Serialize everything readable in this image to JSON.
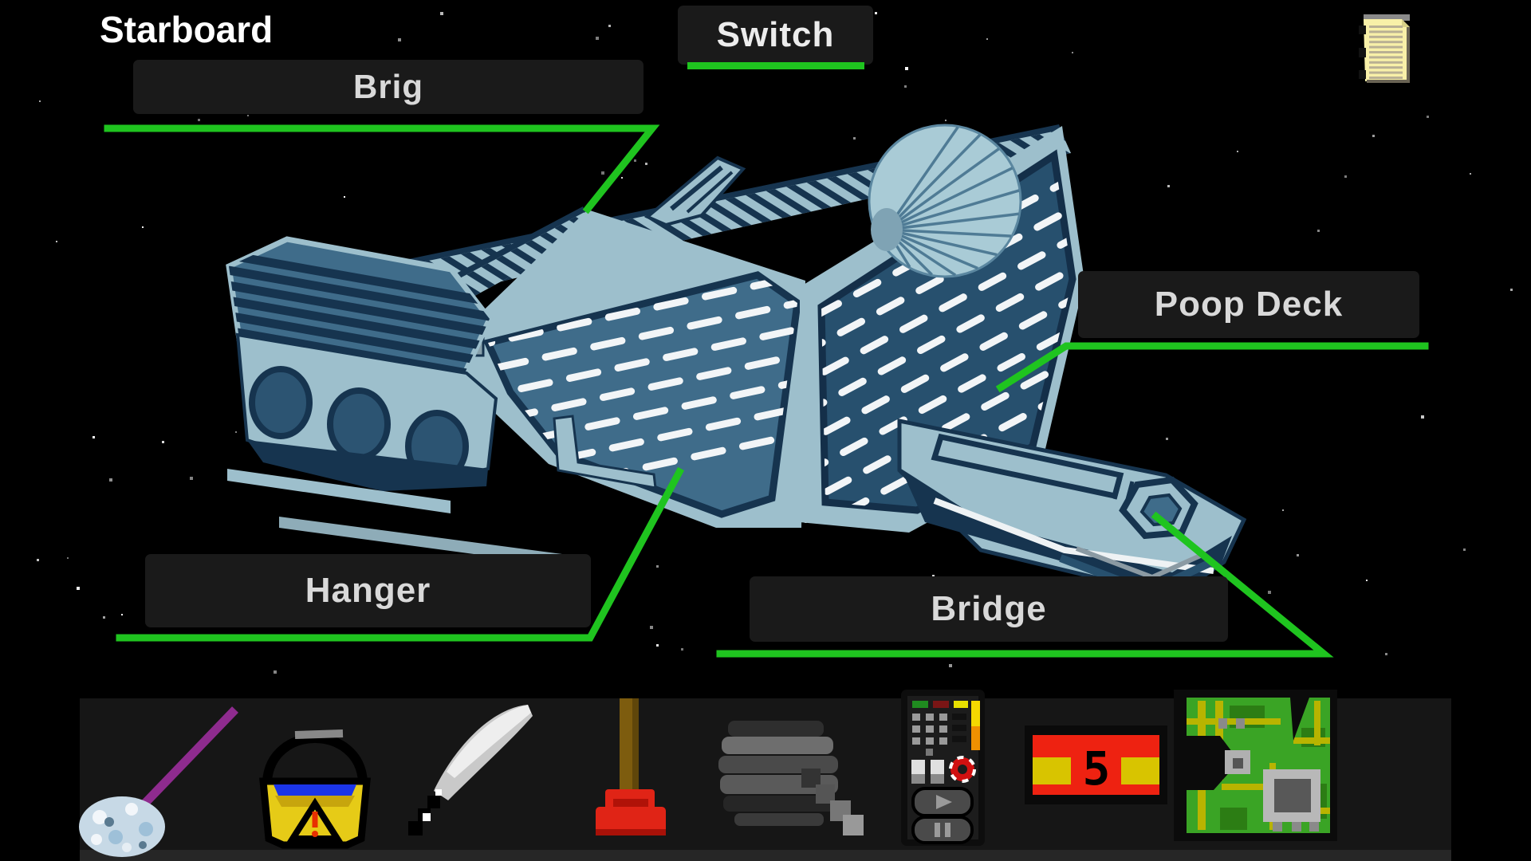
{
  "title": {
    "text": "Starboard"
  },
  "labels": {
    "brig": {
      "text": "Brig"
    },
    "switch": {
      "text": "Switch"
    },
    "poop_deck": {
      "text": "Poop Deck"
    },
    "hanger": {
      "text": "Hanger"
    },
    "bridge": {
      "text": "Bridge"
    }
  },
  "colors": {
    "accent_green": "#1fc41f",
    "label_bg": "#1a1a1a",
    "label_text": "#d9d9d9",
    "hull_light": "#9dbfcc",
    "hull_mid": "#3f6c8a",
    "hull_dark": "#16344f",
    "inventory_bg": "#161616",
    "space_bg": "#000000"
  },
  "scene_objects": {
    "ship": "pixel-art spaceship with radar dish",
    "note_icon": "yellow notes page"
  },
  "inventory": {
    "items": [
      {
        "id": "mop",
        "name": "mop"
      },
      {
        "id": "bucket",
        "name": "hazard-bucket"
      },
      {
        "id": "feather",
        "name": "feather"
      },
      {
        "id": "plunger",
        "name": "plunger"
      },
      {
        "id": "tires",
        "name": "tire-stack"
      },
      {
        "id": "remote",
        "name": "remote-control"
      },
      {
        "id": "detonator",
        "name": "detonator",
        "display": "5"
      },
      {
        "id": "circuit",
        "name": "circuit-board"
      }
    ]
  }
}
